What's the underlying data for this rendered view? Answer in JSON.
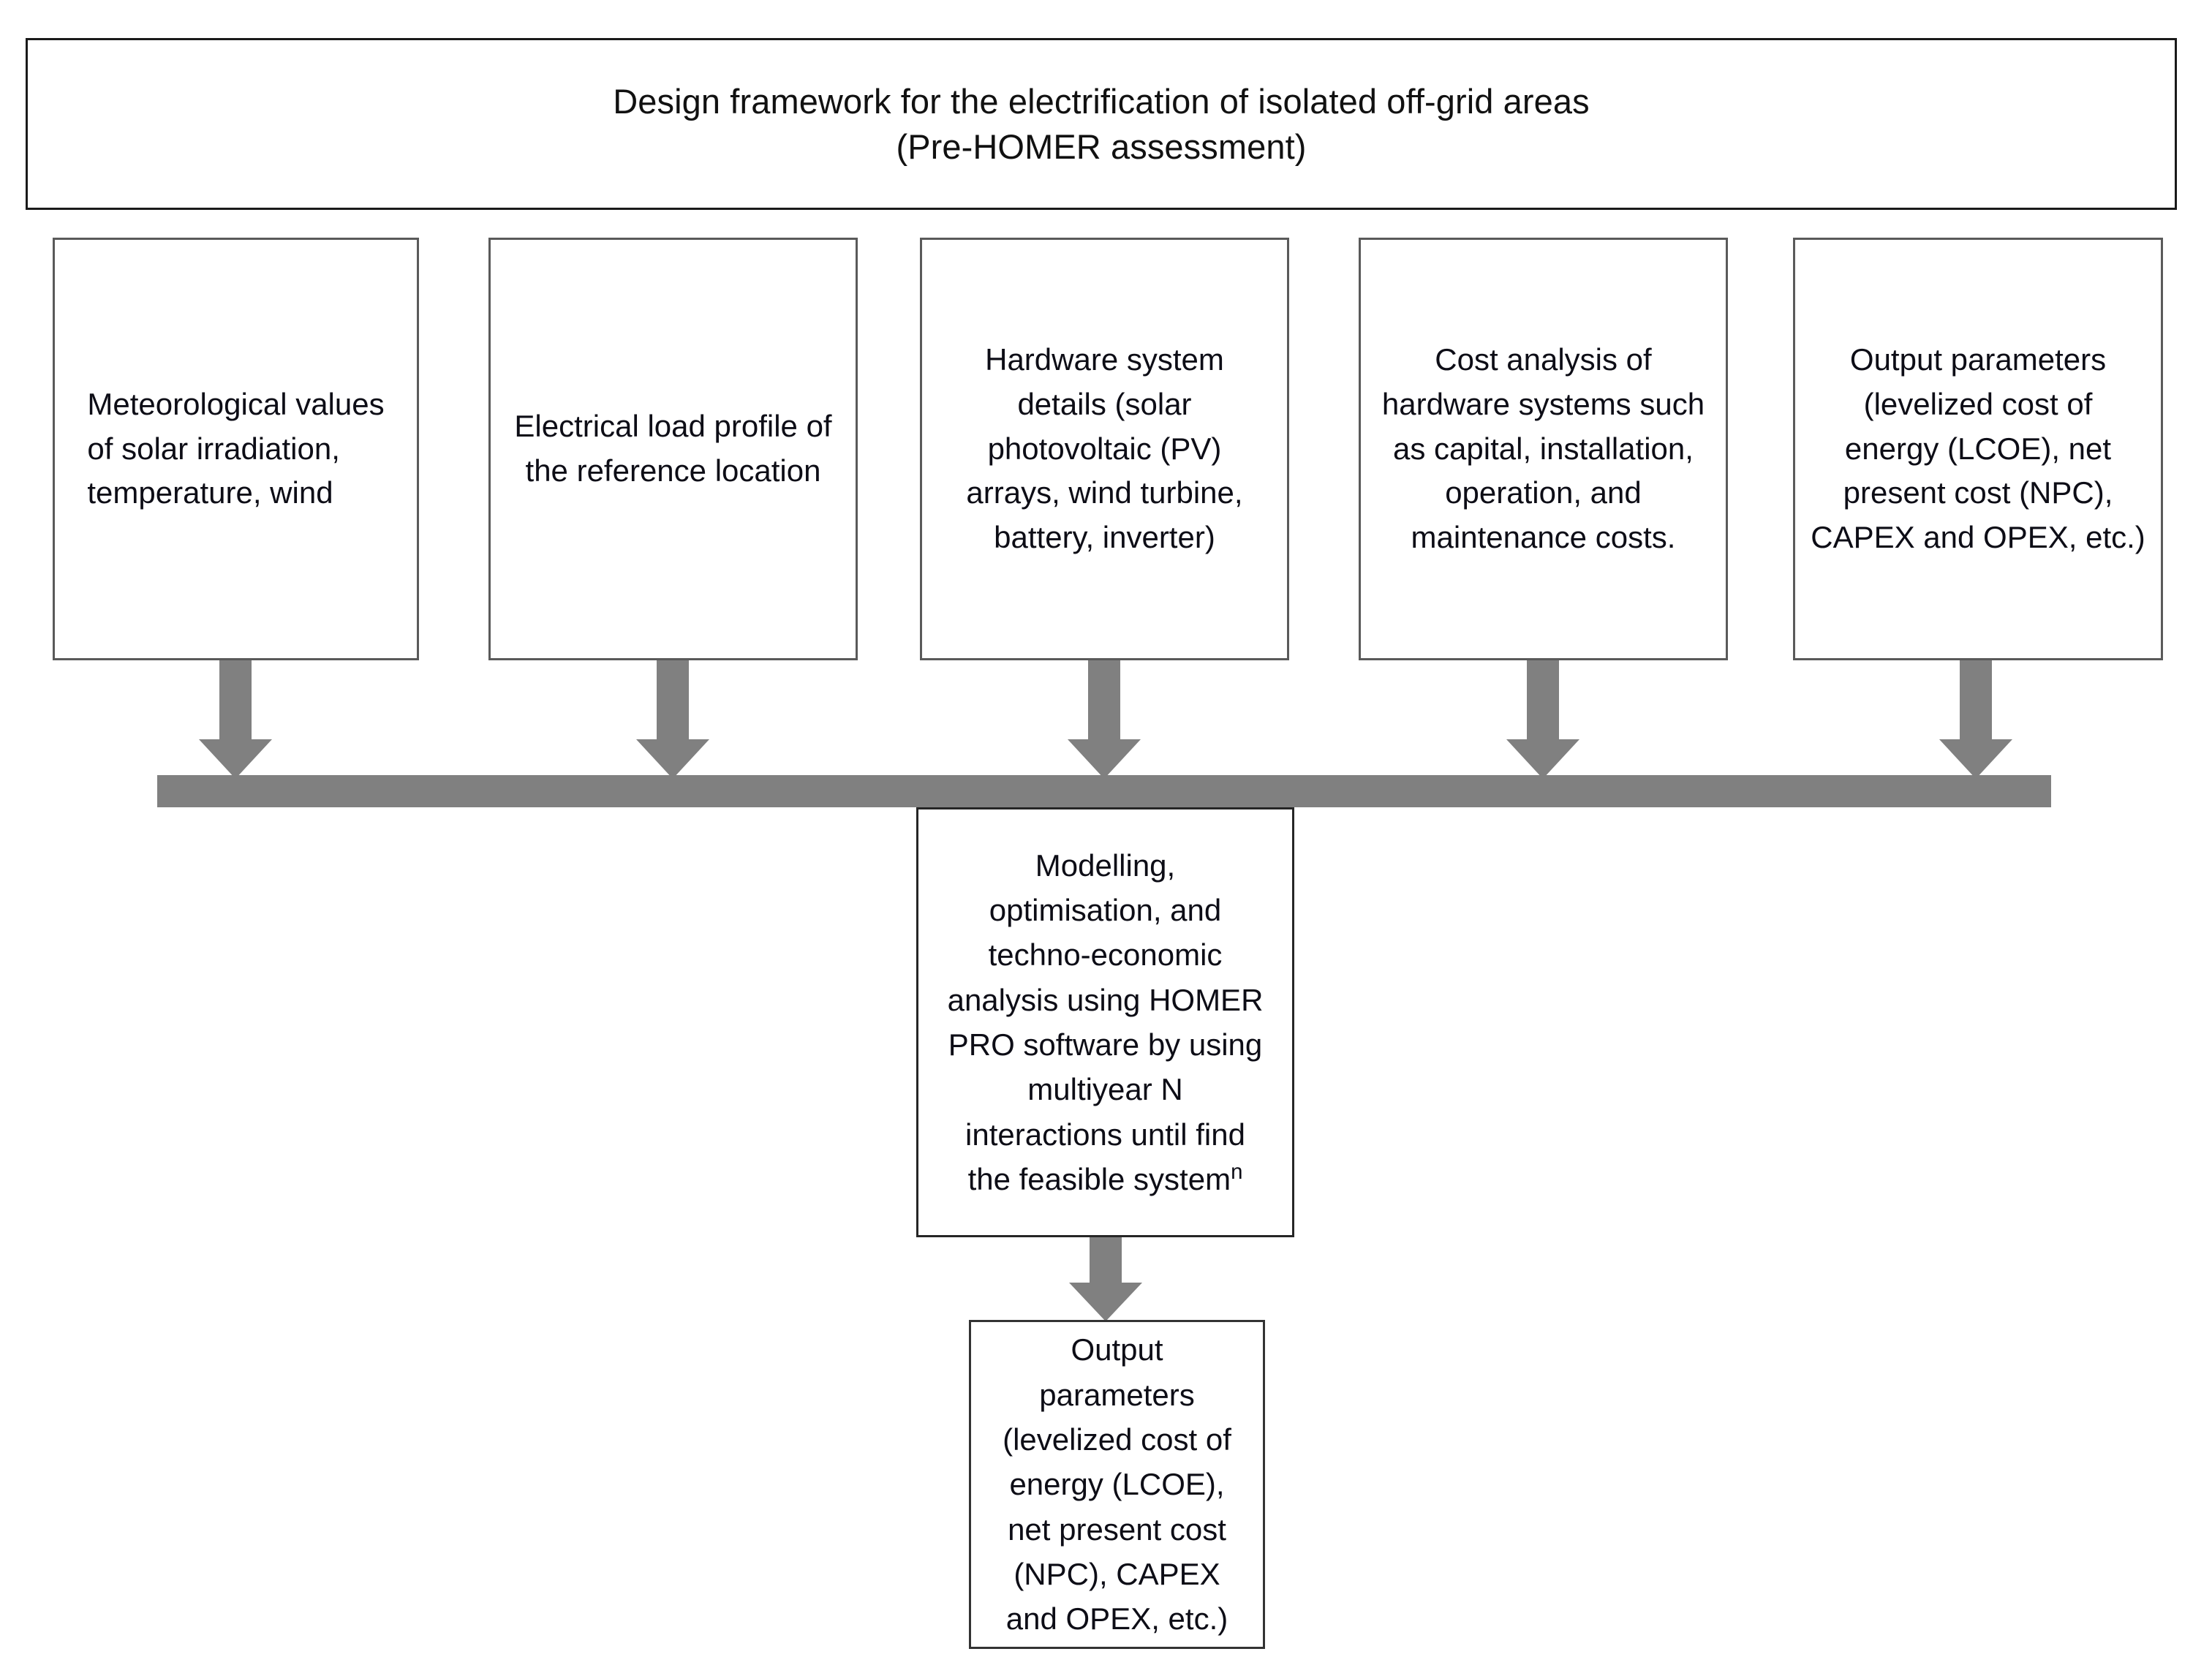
{
  "diagram": {
    "title": {
      "line1": "Design framework for the electrification of isolated off-grid areas",
      "line2": "(Pre-HOMER assessment)",
      "full": "Design framework for the electrification of isolated off-grid areas\n(Pre-HOMER assessment)"
    },
    "colors": {
      "connector_gray": "#808080",
      "box_border_gray": "#5a5a5a",
      "title_border_black": "#1a1a1a",
      "text_black": "#0d0d16",
      "background": "#ffffff"
    },
    "input_boxes": [
      {
        "id": "meteorological-values",
        "text": "Meteorological values\nof solar irradiation,\ntemperature, wind"
      },
      {
        "id": "electrical-load-profile",
        "text": "Electrical load profile of\nthe reference location"
      },
      {
        "id": "hardware-system-details",
        "text": "Hardware system\ndetails (solar\nphotovoltaic (PV)\narrays, wind turbine,\nbattery, inverter)"
      },
      {
        "id": "cost-analysis",
        "text": "Cost analysis of\nhardware systems such\nas capital, installation,\noperation, and\nmaintenance costs."
      },
      {
        "id": "output-parameters-input",
        "text": "Output parameters\n(levelized cost of\nenergy (LCOE), net\npresent cost (NPC),\nCAPEX and OPEX, etc.)"
      }
    ],
    "process_box": {
      "id": "modelling-optimisation",
      "text_main": "Modelling,\noptimisation, and\ntechno-economic\nanalysis using HOMER\nPRO software by using\nmultiyear N\ninteractions until find\nthe feasible system",
      "superscript": "n"
    },
    "output_box": {
      "id": "final-output-parameters",
      "text": "Output\nparameters\n(levelized cost of\nenergy (LCOE),\nnet present cost\n(NPC), CAPEX\nand OPEX, etc.)"
    },
    "connectors": {
      "bus_bar_label": "aggregation-bar",
      "arrow_count": 6,
      "arrow_direction": "down"
    }
  }
}
